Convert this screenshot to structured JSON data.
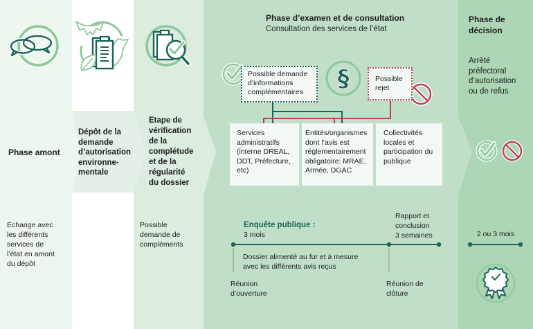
{
  "colors": {
    "teal": "#1b6457",
    "light": "#8dc89b",
    "crimson": "#b8435b",
    "bg1": "#eef6f0",
    "bg2": "#e4f0e6",
    "bg3": "#dcecdf",
    "bg4": "#c1dfc8",
    "bg5": "#add6b6",
    "box": "#f3f8f4"
  },
  "phase_amont": {
    "icon": "chat-bubbles-icon",
    "title": "Phase amont",
    "note": "Echange avec\nles différents\nservices de\nl’état en amont\ndu dépôt"
  },
  "depot": {
    "icon": "document-nature-icon",
    "title": "Dépôt de la\ndemande\nd’autorisation\nenvironne-\nmentale"
  },
  "verification": {
    "icon": "clipboard-search-check-icon",
    "title": "Etape de\nvérification\nde la\ncomplétude\net de la\nrégularité\ndu dossier",
    "note": "Possible\ndemande de\ncompléments"
  },
  "examen": {
    "title": "Phase d’examen et de consultation",
    "subtitle": "Consultation des services de l’état",
    "callouts": {
      "info_request": "Possible demande\nd’informations\ncomplémentaires",
      "rejection": "Possible\nrejet"
    },
    "icons": {
      "check": "check-circle-icon",
      "law_symbol": "§",
      "prohibited": "prohibited-icon"
    },
    "consulted": [
      "Services\nadministratifs\n(interne DREAL,\nDDT, Préfecture,\netc)",
      "Entités/organismes\ndont l’avis est\nréglementairement\nobligatoire: MRAE,\nArmée, DGAC",
      "Collectivités\nlocales et\nparticipation du\npublique"
    ],
    "timeline": {
      "enquete_label": "Enquête publique :",
      "enquete_duration": "3 mois",
      "report": "Rapport et\nconclusion\n3 semaines",
      "dossier_note": "Dossier alimenté au fur et à mesure\navec les différents avis reçus",
      "opening": "Réunion\nd’ouverture",
      "closing": "Réunion de\nclôture"
    }
  },
  "decision": {
    "title": "Phase de\ndécision",
    "description": "Arrêté\npréfectoral\nd’autorisation\nou de refus",
    "duration": "2 ou 3 mois",
    "icons": [
      "check-circle-icon",
      "prohibited-icon",
      "award-badge-icon"
    ]
  }
}
